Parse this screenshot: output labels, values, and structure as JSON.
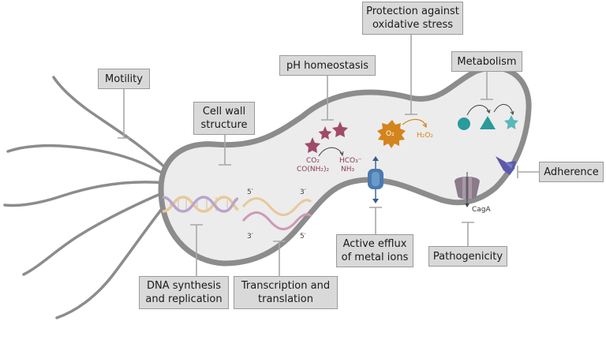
{
  "labels": {
    "motility": "Motility",
    "cell_wall": [
      "Cell wall",
      "structure"
    ],
    "ph": "pH homeostasis",
    "protection": [
      "Protection against",
      "oxidative stress"
    ],
    "metabolism": "Metabolism",
    "adherence": "Adherence",
    "efflux": [
      "Active efflux",
      "of metal ions"
    ],
    "pathogenicity": "Pathogenicity",
    "dna": [
      "DNA synthesis",
      "and replication"
    ],
    "transcription": [
      "Transcription and",
      "translation"
    ]
  },
  "inner_text": {
    "co2": "CO₂",
    "urea": "CO(NH₂)₂",
    "hco3": "HCO₃⁻",
    "nh3": "NH₃",
    "o2": "O₂",
    "h2o2": "H₂O₂",
    "caga": "CagA",
    "five_prime_top": "5′",
    "three_prime_top": "3′",
    "three_prime_bottom": "3′",
    "five_prime_bottom": "5′"
  },
  "colors": {
    "cell_fill": "#ececec",
    "cell_stroke": "#8c8c8c",
    "label_fill": "#d9d9d9",
    "inhibitor_line": "#a8a8a8",
    "urease_star": "#a04a6a",
    "ros": "#d4841c",
    "metabolism": "#2a9a9a",
    "efflux_pump": "#4a7ab0",
    "adhesin": "#5a5aa8",
    "secretion": "#8a7a8a",
    "dna_strand_1": "#e8c89a",
    "dna_strand_2": "#b8a4cc",
    "rna": "#cc9ab8"
  }
}
